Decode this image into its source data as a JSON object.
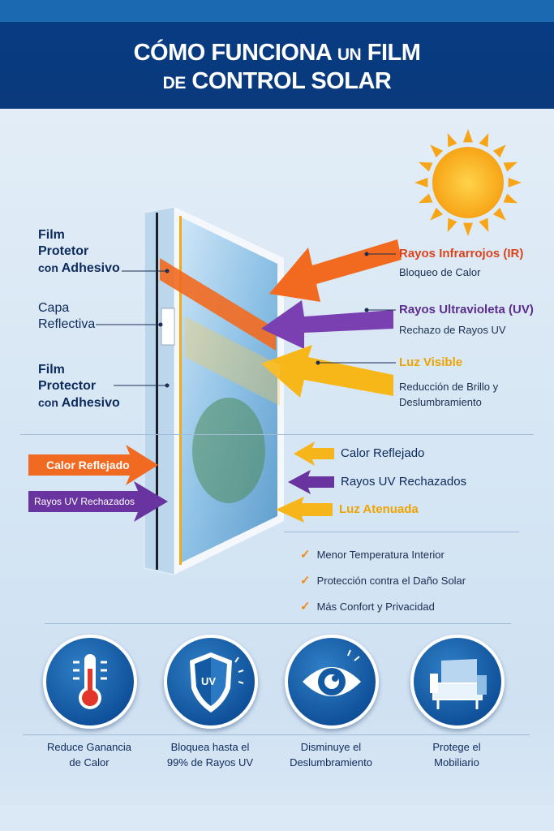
{
  "header": {
    "title_line1": "CÓMO FUNCIONA",
    "title_line1_small": "UN",
    "title_line1_end": "FILM",
    "title_line2_small": "DE",
    "title_line2": "CONTROL SOLAR"
  },
  "left_labels": [
    {
      "line1": "Film",
      "line2": "Protetor",
      "line3_small": "con",
      "line3": "Adhesivo"
    },
    {
      "line1": "Capa",
      "line2": "Reflectiva"
    },
    {
      "line1": "Film",
      "line2": "Protector",
      "line3_small": "con",
      "line3": "Adhesivo"
    }
  ],
  "rays": [
    {
      "title": "Rayos Infrarrojos (IR)",
      "desc": "Bloqueo de Calor",
      "color": "#d9441c"
    },
    {
      "title": "Rayos Ultravioleta (UV)",
      "desc": "Rechazo de Rayos UV",
      "color": "#5b2d8c"
    },
    {
      "title": "Luz Visible",
      "desc_line1": "Reducción de Brillo y",
      "desc_line2": "Deslumbramiento",
      "color": "#eea400"
    }
  ],
  "left_arrows": [
    {
      "label": "Calor Reflejado",
      "color": "#f06a22"
    },
    {
      "label": "Rayos UV Rechazados",
      "color": "#6a34a0"
    }
  ],
  "right_arrows": [
    {
      "label": "Calor Reflejado",
      "color": "#f6b51a"
    },
    {
      "label": "Rayos UV Rechazados",
      "color": "#6a34a0"
    },
    {
      "label": "Luz Atenuada",
      "color": "#f6b51a"
    }
  ],
  "benefits": [
    "Menor Temperatura Interior",
    "Protección contra el Daño Solar",
    "Más Confort y Privacidad"
  ],
  "check_icon": "✓",
  "features": [
    {
      "icon": "thermometer-icon",
      "line1": "Reduce Ganancia",
      "line2": "de Calor"
    },
    {
      "icon": "uv-shield-icon",
      "line1": "Bloquea hasta el",
      "line2": "99% de Rayos UV",
      "icon_text": "UV"
    },
    {
      "icon": "eye-icon",
      "line1": "Disminuye el",
      "line2": "Deslumbramiento"
    },
    {
      "icon": "armchair-icon",
      "line1": "Protege el",
      "line2": "Mobiliario"
    }
  ]
}
